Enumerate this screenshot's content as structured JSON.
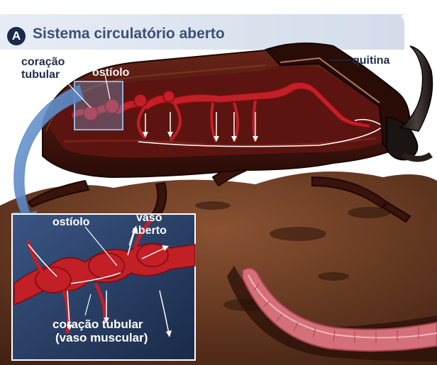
{
  "header": {
    "badge": "A",
    "title": "Sistema circulatório aberto"
  },
  "labels": {
    "coracao_tubular_line1": "coração",
    "coracao_tubular_line2": "tubular",
    "ostiolo_top": "ostíolo",
    "quitina": "quitina",
    "inset_ostiolo": "ostíolo",
    "vaso_aberto_line1": "vaso",
    "vaso_aberto_line2": "aberto",
    "inset_coracao_line1": "coração tubular",
    "inset_coracao_line2": "(vaso muscular)"
  },
  "colors": {
    "title": "#3c4f7a",
    "badge": "#1b2a4a",
    "header_panel": "#dfe6f1",
    "inset_bg": "#2a3f66",
    "heart": "#c21f26",
    "beetle_shell": "#4a1a12",
    "soil": "#6b3b22",
    "worm": "#d4707a"
  },
  "icons": {
    "beetle": "rhinoceros-beetle-illustration",
    "worm": "earthworm-illustration",
    "magnify_arrow": "curved-zoom-arrow"
  }
}
